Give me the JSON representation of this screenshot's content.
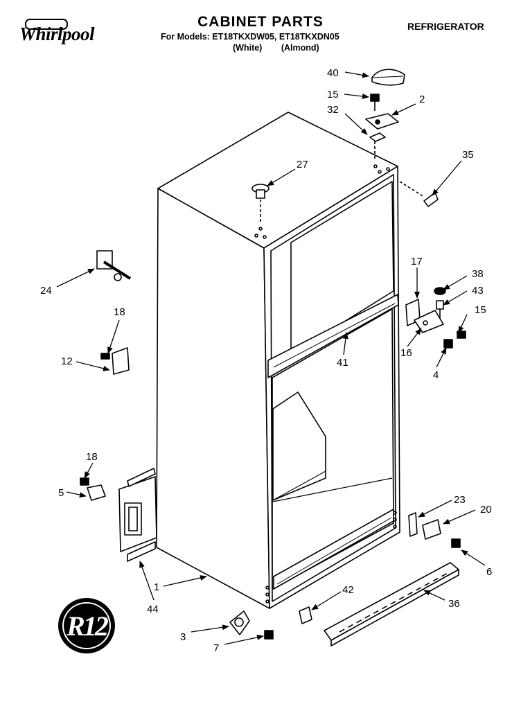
{
  "header": {
    "brand": "Whirlpool",
    "title": "CABINET PARTS",
    "models": "For Models: ET18TKXDW05, ET18TKXDN05",
    "variants": "(White) (Almond)",
    "category": "REFRIGERATOR"
  },
  "badge": "R12",
  "labels": {
    "p40": "40",
    "p15a": "15",
    "p2": "2",
    "p32": "32",
    "p35": "35",
    "p27": "27",
    "p24": "24",
    "p17": "17",
    "p38": "38",
    "p43": "43",
    "p15b": "15",
    "p18a": "18",
    "p12": "12",
    "p41": "41",
    "p16": "16",
    "p4": "4",
    "p18b": "18",
    "p5": "5",
    "p23": "23",
    "p20": "20",
    "p6": "6",
    "p1": "1",
    "p44": "44",
    "p42": "42",
    "p36": "36",
    "p3": "3",
    "p7": "7"
  }
}
